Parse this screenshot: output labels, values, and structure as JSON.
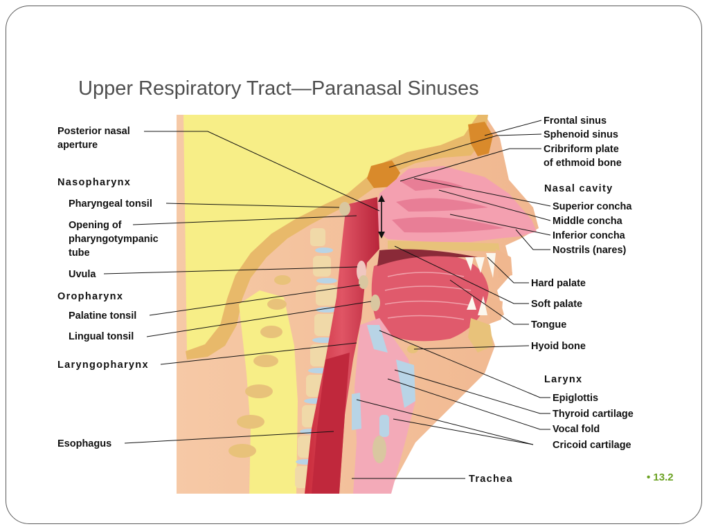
{
  "slide": {
    "title": "Upper Respiratory Tract—Paranasal Sinuses",
    "figure_number": "• 13.2",
    "accent_color": "#6aa121"
  },
  "diagram": {
    "left_labels": {
      "posterior_nasal_line1": "Posterior nasal",
      "posterior_nasal_line2": "aperture",
      "nasopharynx": "Nasopharynx",
      "pharyngeal_tonsil": "Pharyngeal tonsil",
      "opening_line1": "Opening of",
      "opening_line2": "pharyngotympanic",
      "opening_line3": "tube",
      "uvula": "Uvula",
      "oropharynx": "Oropharynx",
      "palatine_tonsil": "Palatine tonsil",
      "lingual_tonsil": "Lingual tonsil",
      "laryngopharynx": "Laryngopharynx",
      "esophagus": "Esophagus"
    },
    "right_labels": {
      "frontal_sinus": "Frontal sinus",
      "sphenoid_sinus": "Sphenoid sinus",
      "cribriform_line1": "Cribriform plate",
      "cribriform_line2": "of ethmoid bone",
      "nasal_cavity": "Nasal cavity",
      "superior_concha": "Superior concha",
      "middle_concha": "Middle concha",
      "inferior_concha": "Inferior concha",
      "nostrils": "Nostrils (nares)",
      "hard_palate": "Hard palate",
      "soft_palate": "Soft palate",
      "tongue": "Tongue",
      "hyoid_bone": "Hyoid bone",
      "larynx": "Larynx",
      "epiglottis": "Epiglottis",
      "thyroid_cartilage": "Thyroid cartilage",
      "vocal_fold": "Vocal fold",
      "cricoid_cartilage": "Cricoid cartilage",
      "trachea": "Trachea"
    }
  }
}
